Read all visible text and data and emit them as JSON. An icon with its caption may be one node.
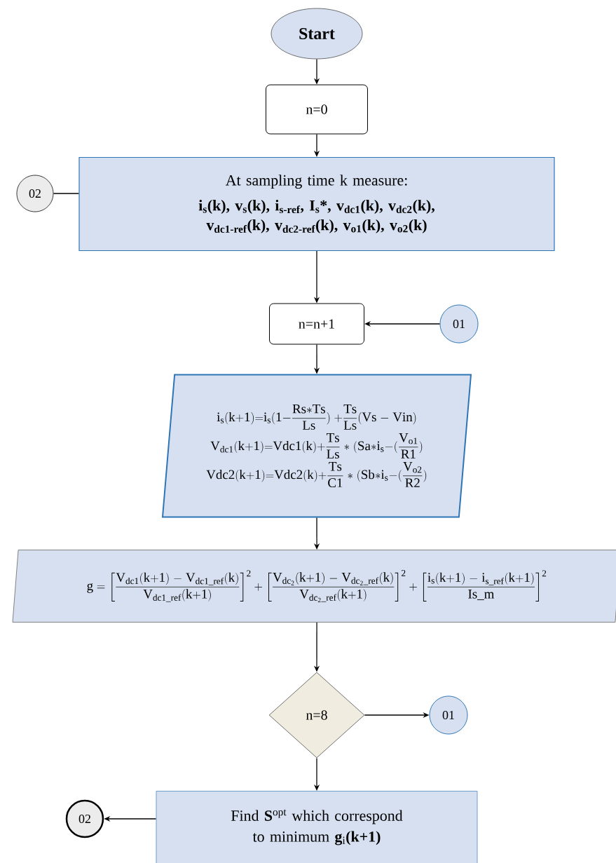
{
  "diagram": {
    "nodes": [
      {
        "text": [
          "Start"
        ]
      },
      {
        "text": [
          "n=0"
        ]
      },
      {
        "text": [
          "At sampling time k measure:",
          "i$_{s}$(k), v$_{s}$(k), i$_{s-ref}$, I$_{s}$*, v$_{dc1}$(k), v$_{dc2}$(k), v$_{dc1-ref}$(k), v$_{dc2-ref}$(k), v$_{o1}$(k), v$_{o2}$(k)"
        ]
      },
      {
        "text": [
          "02"
        ]
      },
      {
        "text": [
          "n=n+1"
        ]
      },
      {
        "text": [
          "01"
        ]
      },
      {
        "text": [
          "\\mathrm{i_s(k{+}1){=}i_s(1{-}\\dfrac{Rs{*}Ts}{Ls})\\ {+}\\dfrac{Ts}{Ls}(Vs\\ {-}\\ Vin)}",
          "\\mathrm{V_{dc1}(k{+}1){=}Vdc1(k){+}\\dfrac{Ts}{Ls}\\ {*}\\ (Sa{*}i_s{-}(\\dfrac{V_{o1}}{R1})}",
          "\\mathrm{Vdc2(k{+}1){=}Vdc2(k){+}\\dfrac{Ts}{C1}\\ {*}\\ (Sb{*}i_s{-}(\\dfrac{V_{o2}}{R2})}"
        ]
      },
      {
        "text": [
          "\\mathrm{g = \\left[\\dfrac{V_{dc1}(k{+}1)\\ {-}\\ V_{dc1\\_ref}(k)}{V_{dc1\\_ref}(k{+}1)}\\right]^2 + \\left[\\dfrac{V_{dc_2}(k{+}1)\\ {-}\\ V_{dc_2\\_ref}(k)}{V_{dc_2\\_ref}(k{+}1)}\\right]^2 + \\left[\\dfrac{i_s(k{+}1)\\ {-}\\ i_{s\\_ref}(k{+}1)}{Is\\_m}\\right]^2}"
        ]
      },
      {
        "text": [
          "n=8"
        ]
      },
      {
        "text": [
          "01"
        ]
      },
      {
        "text": [
          "Find **S**$^{opt}$ which correspond to minimum **g**$_{i}$**(k+1)**"
        ]
      },
      {
        "text": [
          "02"
        ]
      }
    ],
    "edges": [
      {
        "from": 0,
        "to": 1,
        "arrow": "to"
      },
      {
        "from": 1,
        "to": 2,
        "arrow": "to"
      },
      {
        "from": 3,
        "to": 2,
        "arrow": "none"
      },
      {
        "from": 2,
        "to": 4,
        "arrow": "to"
      },
      {
        "from": 5,
        "to": 4,
        "arrow": "to"
      },
      {
        "from": 4,
        "to": 6,
        "arrow": "to"
      },
      {
        "from": 6,
        "to": 7,
        "arrow": "to"
      },
      {
        "from": 7,
        "to": 8,
        "arrow": "to"
      },
      {
        "from": 8,
        "to": 9,
        "arrow": "to"
      },
      {
        "from": 8,
        "to": 10,
        "arrow": "to"
      },
      {
        "from": 10,
        "to": 11,
        "arrow": "to"
      }
    ]
  }
}
